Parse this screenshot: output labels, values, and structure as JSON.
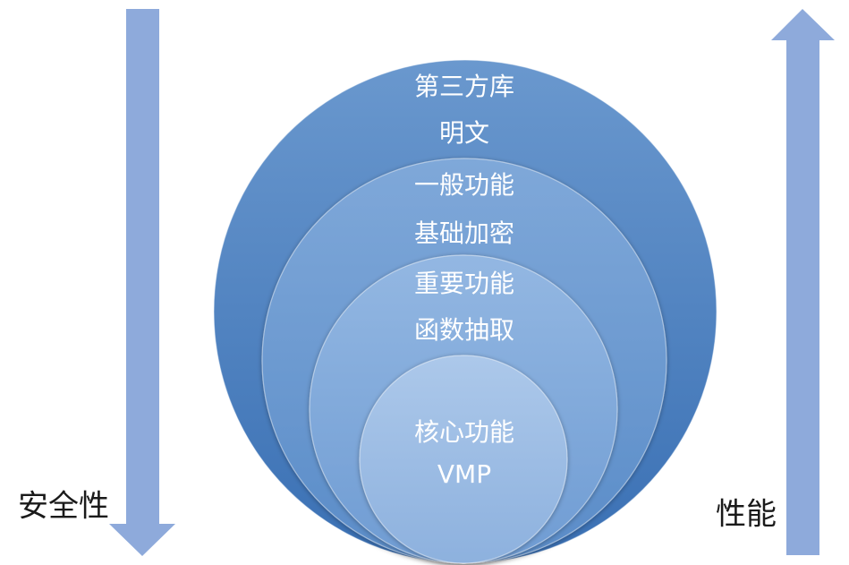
{
  "diagram": {
    "rings": [
      {
        "line1": "第三方库",
        "line2": "明文"
      },
      {
        "line1": "一般功能",
        "line2": "基础加密"
      },
      {
        "line1": "重要功能",
        "line2": "函数抽取"
      },
      {
        "line1": "核心功能",
        "line2": "VMP"
      }
    ],
    "left_axis": {
      "label": "安全性"
    },
    "right_axis": {
      "label": "性能"
    }
  },
  "colors": {
    "arrow": "#8eaadb",
    "ring1_top": "#6a98ce",
    "ring1_bottom": "#3a70b4",
    "ring2_top": "#7fa8d9",
    "ring2_bottom": "#5a8cc8",
    "ring3_top": "#93b7e2",
    "ring3_bottom": "#6f9cd3",
    "ring4_top": "#acc8ea",
    "ring4_bottom": "#8db1de",
    "label_text": "#1a1a1a",
    "ring_text": "#ffffff"
  }
}
